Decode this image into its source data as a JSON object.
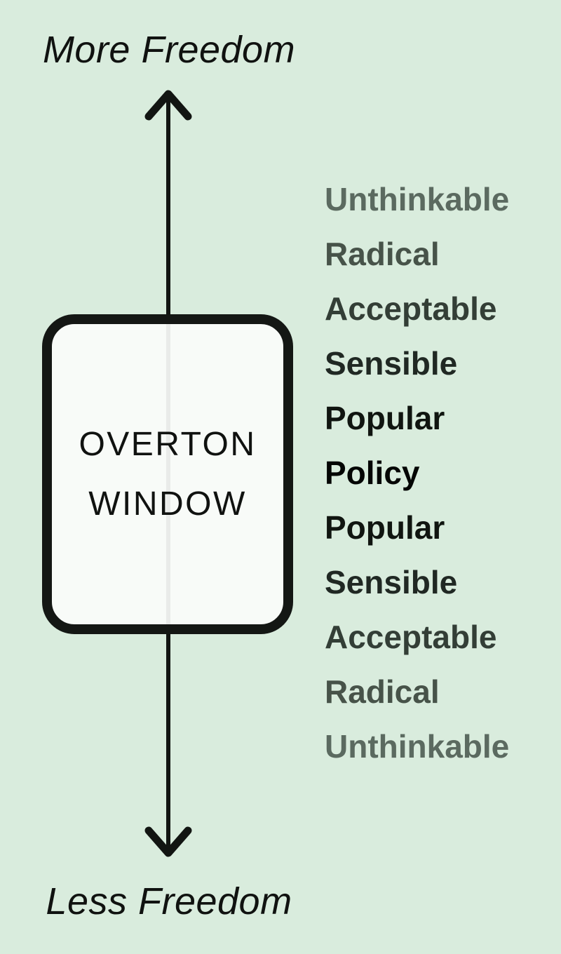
{
  "diagram": {
    "axis": {
      "orientation": "vertical",
      "top_label": "More Freedom",
      "bottom_label": "Less Freedom"
    },
    "window_box": {
      "line1": "OVERTON",
      "line2": "WINDOW"
    },
    "spectrum": {
      "items": [
        {
          "label": "Unthinkable",
          "color": "#5b6a60"
        },
        {
          "label": "Radical",
          "color": "#475349"
        },
        {
          "label": "Acceptable",
          "color": "#333e36"
        },
        {
          "label": "Sensible",
          "color": "#202823"
        },
        {
          "label": "Popular",
          "color": "#101510"
        },
        {
          "label": "Policy",
          "color": "#040604"
        },
        {
          "label": "Popular",
          "color": "#101510"
        },
        {
          "label": "Sensible",
          "color": "#202823"
        },
        {
          "label": "Acceptable",
          "color": "#333e36"
        },
        {
          "label": "Radical",
          "color": "#475349"
        },
        {
          "label": "Unthinkable",
          "color": "#5b6a60"
        }
      ]
    },
    "colors": {
      "background": "#d9ecdd",
      "arrow": "#121512",
      "box_border": "#141714",
      "box_fill": "rgba(250,252,250,0.93)",
      "text": "#101210"
    }
  }
}
